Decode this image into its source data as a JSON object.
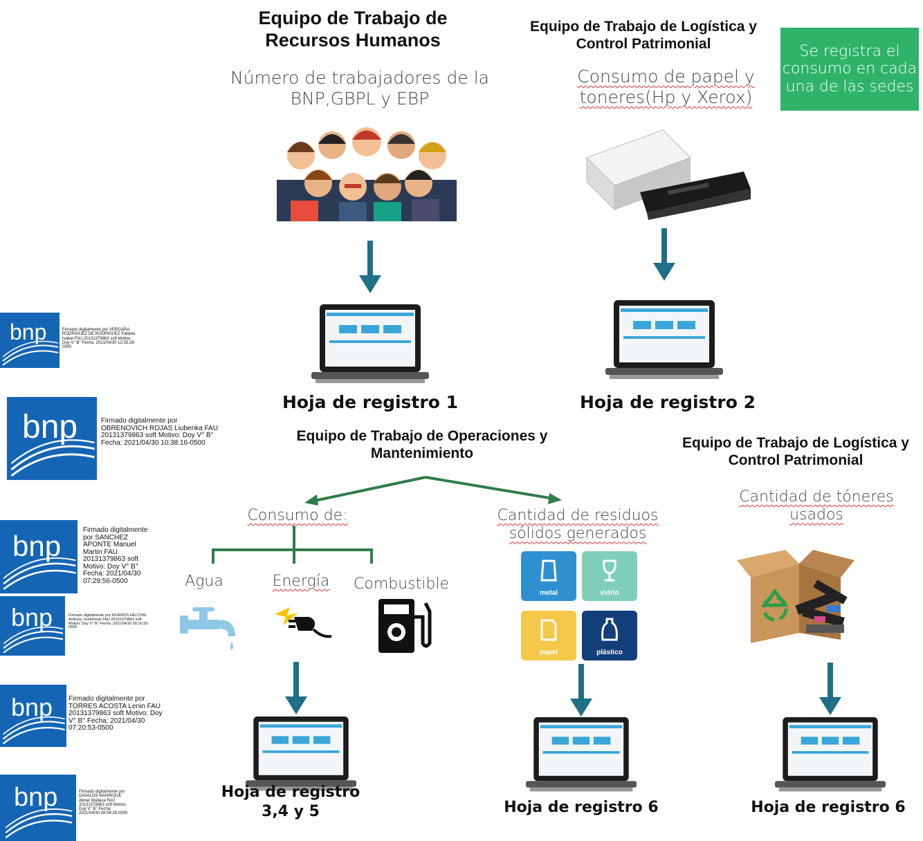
{
  "top_left": {
    "team": "Equipo de Trabajo de Recursos Humanos",
    "item": "Número de trabajadores de la BNP,GBPL y EBP",
    "sheet": "Hoja de registro 1"
  },
  "top_right": {
    "team": "Equipo de Trabajo de Logística y Control Patrimonial",
    "item": "Consumo de papel y toneres(Hp y Xerox)",
    "note": "Se registra el consumo en cada una de las sedes",
    "sheet": "Hoja de registro 2"
  },
  "operations": {
    "team": "Equipo de Trabajo de Operaciones y Mantenimiento",
    "consumo_label": "Consumo de:",
    "consumo_items": [
      "Agua",
      "Energía",
      "Combustible"
    ],
    "residuos_label": "Cantidad de residuos sólidos generados",
    "bins": [
      "metal",
      "vidrio",
      "papel",
      "plástico"
    ],
    "sheet_consumo": "Hoja de registro 3,4 y 5",
    "sheet_residuos": "Hoja de registro 6"
  },
  "bottom_right": {
    "team": "Equipo de Trabajo de Logística y Control Patrimonial",
    "item": "Cantidad de tóneres usados",
    "sheet": "Hoja de registro 6"
  },
  "signatures": [
    {
      "logo": "bnp",
      "text": "Firmado digitalmente por VERGARA RODRIGUEZ DE RODRIGUEZ Fabiola Isabel FAU 20131379863 soft Motivo: Doy V° B° Fecha: 2021/04/30 12:35:28-0500"
    },
    {
      "logo": "bnp",
      "text": "Firmado digitalmente por OBRENOVICH ROJAS Liubenka FAU 20131379863 soft Motivo: Doy V° B° Fecha: 2021/04/30 10:38:16-0500"
    },
    {
      "logo": "bnp",
      "text": "Firmado digitalmente por SANCHEZ APONTE Manuel Martin FAU 20131379863 soft Motivo: Doy V° B° Fecha: 2021/04/30 07:29:56-0500"
    },
    {
      "logo": "bnp",
      "text": "Firmado digitalmente por RIVEROS FALCONI Anthony Godofredo FAU 20131379863 soft Motivo: Doy V° B° Fecha: 2021/04/30 09:10:33-0500"
    },
    {
      "logo": "bnp",
      "text": "Firmado digitalmente por TORRES ACOSTA Lenin FAU 20131379863 soft Motivo: Doy V° B° Fecha: 2021/04/30 07:20:53-0500"
    },
    {
      "logo": "bnp",
      "text": "Firmado digitalmente por DAVALOS MANRIQUE Abner Wallace FAU 20131379863 soft Motivo: Doy V° B° Fecha: 2021/04/30 08:08:28-0500"
    }
  ],
  "colors": {
    "arrow": "#1f6f87",
    "branch": "#2e7d4a",
    "note_bg": "#2fb36a",
    "logo_bg": "#1565b5",
    "laptop_screen": "#3aa6d8"
  },
  "icons": [
    "people-group-icon",
    "paper-stack-icon",
    "toner-cartridge-icon",
    "laptop-icon",
    "water-tap-icon",
    "electric-plug-icon",
    "fuel-pump-icon",
    "recycle-box-icon"
  ]
}
